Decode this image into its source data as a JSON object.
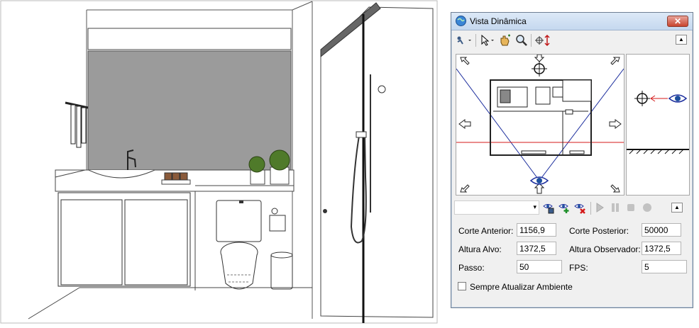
{
  "panel": {
    "title": "Vista Dinâmica",
    "close_label": "✕",
    "collapse_label": "▲",
    "dropdown_arrow": "▾",
    "fields": {
      "corte_anterior": {
        "label": "Corte Anterior:",
        "value": "1156,9"
      },
      "corte_posterior": {
        "label": "Corte Posterior:",
        "value": "50000"
      },
      "altura_alvo": {
        "label": "Altura Alvo:",
        "value": "1372,5"
      },
      "altura_observador": {
        "label": "Altura Observador:",
        "value": "1372,5"
      },
      "passo": {
        "label": "Passo:",
        "value": "50"
      },
      "fps": {
        "label": "FPS:",
        "value": "5"
      }
    },
    "checkbox_label": "Sempre Atualizar Ambiente",
    "checkbox_checked": false,
    "icons": [
      "walker-icon",
      "pointer-icon",
      "hand-icon",
      "zoom-icon",
      "height-icon",
      "save-view-icon",
      "add-view-icon",
      "delete-view-icon",
      "play-icon",
      "pause-icon",
      "stop-icon",
      "record-icon"
    ]
  },
  "colors": {
    "frustum": "#1d2f9e",
    "cut_line": "#d41a1a",
    "wall_gray": "#9b9b9b",
    "plant_green": "#4f7a2a"
  }
}
